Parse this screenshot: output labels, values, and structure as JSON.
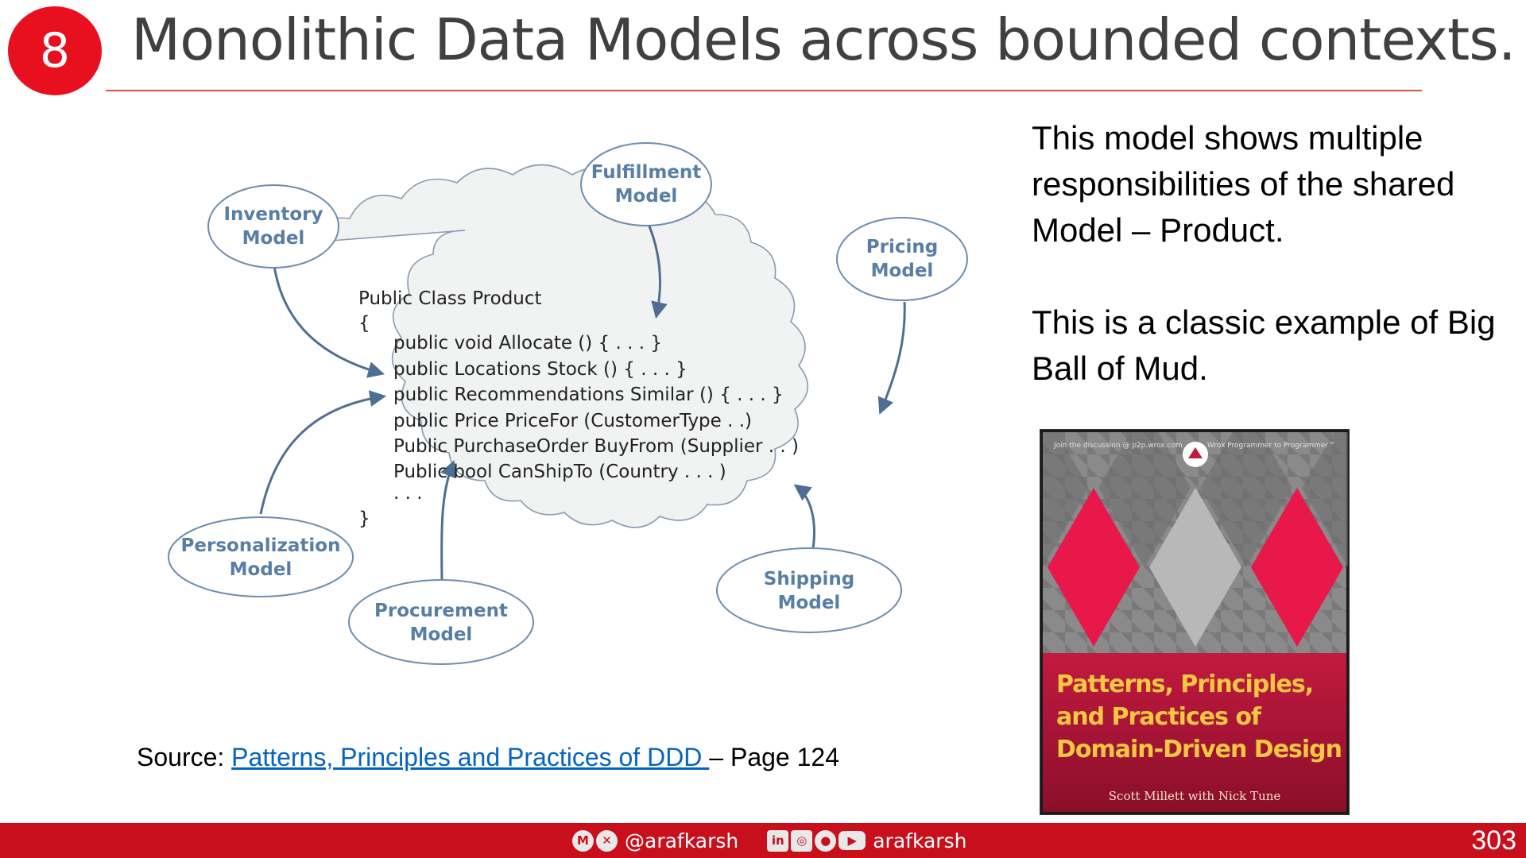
{
  "slide": {
    "number": "8",
    "title": "Monolithic Data Models across bounded contexts.",
    "page_number": "303"
  },
  "diagram": {
    "models": [
      {
        "line1": "Inventory",
        "line2": "Model"
      },
      {
        "line1": "Fulfillment",
        "line2": "Model"
      },
      {
        "line1": "Pricing",
        "line2": "Model"
      },
      {
        "line1": "Personalization",
        "line2": "Model"
      },
      {
        "line1": "Procurement",
        "line2": "Model"
      },
      {
        "line1": "Shipping",
        "line2": "Model"
      }
    ],
    "code": [
      "Public Class Product",
      "{",
      "public void Allocate () { . . . }",
      "public Locations Stock () { . . . }",
      "public Recommendations Similar () { . . . }",
      "public Price PriceFor (CustomerType . .)",
      "Public PurchaseOrder BuyFrom (Supplier . . )",
      "Public bool CanShipTo (Country . . . )",
      ". . .",
      "}"
    ]
  },
  "description": {
    "para1": "This model shows multiple responsibilities  of the shared Model – Product.",
    "para2": "This is a classic example of Big Ball of Mud."
  },
  "book": {
    "top_left": "Join the discussion @ p2p.wrox.com",
    "top_right": "Wrox Programmer to Programmer™",
    "publisher": "wrox",
    "title": "Patterns, Principles, and Practices of Domain-Driven Design",
    "authors": "Scott Millett with Nick Tune",
    "colors": {
      "diamond_red": "#e8184a",
      "diamond_gray": "#b8b8b8",
      "title_gold": "#f5c842",
      "band_red": "#b0173a"
    }
  },
  "source": {
    "prefix": "Source: ",
    "link_text": "Patterns, Principles and Practices of DDD ",
    "suffix": "– Page 124"
  },
  "footer": {
    "handle_at": "@arafkarsh",
    "handle": "arafkarsh",
    "icons": [
      "medium-icon",
      "x-icon",
      "linkedin-icon",
      "instagram-icon",
      "github-icon",
      "youtube-icon"
    ]
  },
  "colors": {
    "accent": "#e8101e",
    "footer_bg": "#c8101c",
    "diagram_blue": "#587ea6",
    "link": "#0563c1"
  }
}
